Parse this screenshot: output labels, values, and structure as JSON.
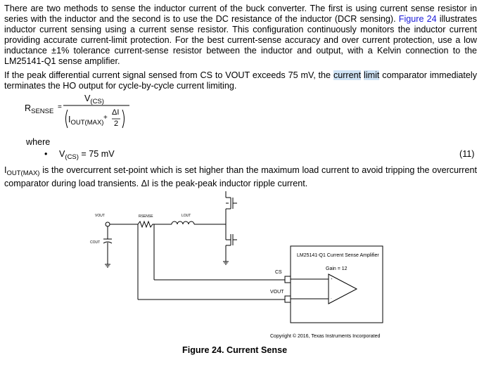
{
  "intro": {
    "s1": "There are two methods to sense the inductor current of the buck converter. The first is using current sense resistor in series with the inductor and the second is to use the DC resistance of the inductor (DCR sensing).",
    "figure_link": "Figure 24",
    "s2": " illustrates inductor current sensing using a current sense resistor. This configuration continuously monitors the inductor current providing accurate current-limit protection. For the best current-sense accuracy and over current protection, use a low inductance ±1% tolerance current-sense resistor between the inductor and output, with a Kelvin connection to the LM25141-Q1 sense amplifier."
  },
  "peak": {
    "pre": "If the peak differential current signal sensed from CS to VOUT exceeds 75 mV, the ",
    "hl1": "current",
    "hl2": "limit",
    "post": " comparator immediately terminates the HO output for cycle-by-cycle current limiting."
  },
  "equation": {
    "lhs": "R",
    "lhs_sub": "SENSE",
    "eq": "=",
    "num": "V",
    "num_sub": "(CS)",
    "den_i": "I",
    "den_i_sub": "OUT(MAX)",
    "plus": "+",
    "delta": "ΔI",
    "two": "2"
  },
  "where": "where",
  "bullet": {
    "dot": "•",
    "v": "V",
    "v_sub": "(CS)",
    "rest": " = 75 mV",
    "eqnum": "(11)"
  },
  "iout": {
    "i": "I",
    "sub": "OUT(MAX)",
    "rest": " is the overcurrent set-point which is set higher than the maximum load current to avoid tripping the overcurrent comparator during load transients. ΔI is the peak-peak inductor ripple current."
  },
  "figure": {
    "vout_label": "VOUT",
    "cout_label": "COUT",
    "rsense_label": "RSENSE",
    "lout_label": "LOUT",
    "amp_title": "LM25141-Q1 Current Sense Amplifier",
    "gain": "Gain = 12",
    "cs_pin": "CS",
    "vout_pin": "VOUT",
    "plus_sign": "+",
    "minus_sign": "-",
    "copyright": "Copyright © 2016, Texas Instruments Incorporated",
    "caption": "Figure 24.  Current Sense"
  }
}
